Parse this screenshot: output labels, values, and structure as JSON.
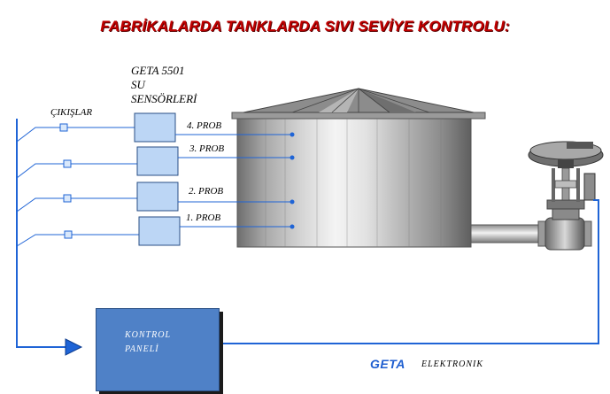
{
  "title": "FABRİKALARDA TANKLARDA  SIVI SEVİYE KONTROLU:",
  "sensor_caption": [
    "GETA 5501",
    "SU",
    "SENSÖRLERİ"
  ],
  "outputs_label": "ÇIKIŞLAR",
  "probes": [
    "4. PROB",
    "3. PROB",
    "2. PROB",
    "1. PROB"
  ],
  "panel_label": [
    "KONTROL",
    "PANELİ"
  ],
  "brand": "GETA",
  "brand_suffix": "ELEKTRONIK",
  "colors": {
    "title": "#c00000",
    "wire": "#1f64d6",
    "sensor": "#bcd6f5",
    "panel": "#4f81c7"
  }
}
